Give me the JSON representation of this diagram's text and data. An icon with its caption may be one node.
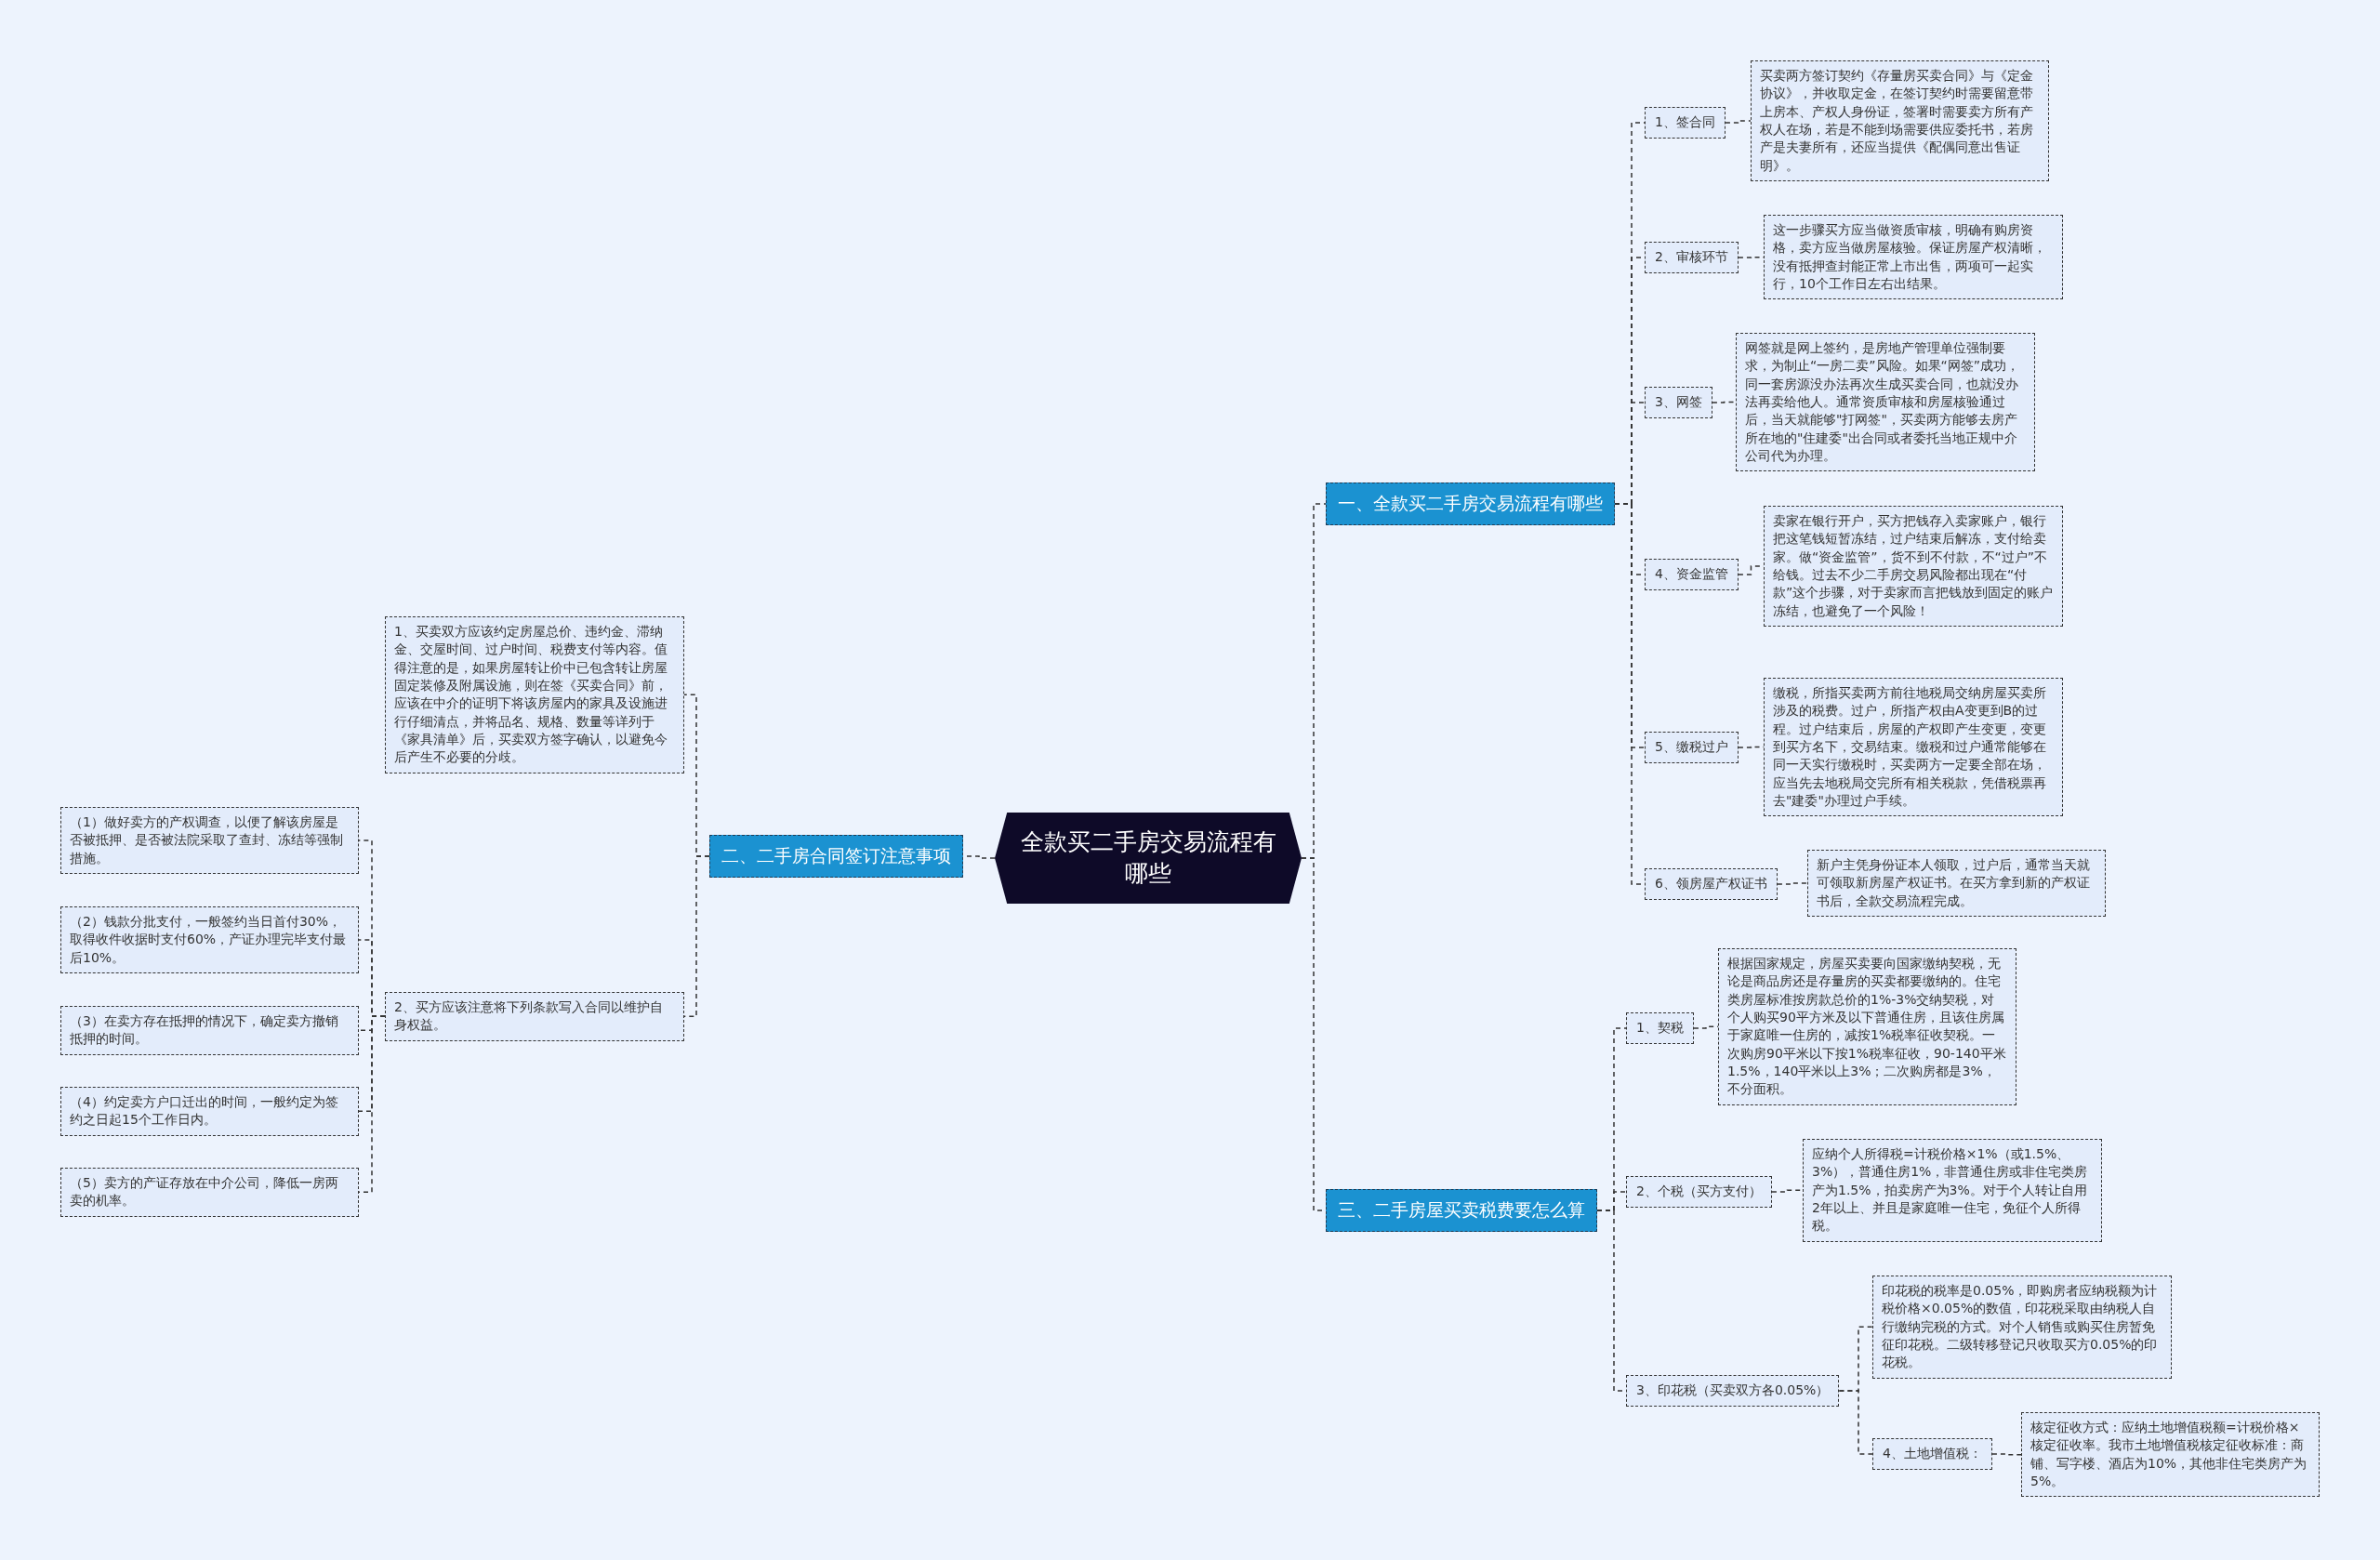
{
  "diagram": {
    "nodes": [
      {
        "text": [
          "全款买二手房交易流程有哪些"
        ]
      },
      {
        "text": [
          "一、全款买二手房交易流程有哪些"
        ]
      },
      {
        "text": [
          "1、签合同"
        ]
      },
      {
        "text": [
          "买卖两方签订契约《存量房买卖合同》与《定金协议》，并收取定金，在签订契约时需要留意带上房本、产权人身份证，签署时需要卖方所有产权人在场，若是不能到场需要供应委托书，若房产是夫妻所有，还应当提供《配偶同意出售证明》。"
        ]
      },
      {
        "text": [
          "2、审核环节"
        ]
      },
      {
        "text": [
          "这一步骤买方应当做资质审核，明确有购房资格，卖方应当做房屋核验。保证房屋产权清晰，没有抵押查封能正常上市出售，两项可一起实行，10个工作日左右出结果。"
        ]
      },
      {
        "text": [
          "3、网签"
        ]
      },
      {
        "text": [
          "网签就是网上签约，是房地产管理单位强制要求，为制止“一房二卖”风险。如果“网签”成功，同一套房源没办法再次生成买卖合同，也就没办法再卖给他人。通常资质审核和房屋核验通过后，当天就能够\"打网签\"，买卖两方能够去房产所在地的\"住建委\"出合同或者委托当地正规中介公司代为办理。"
        ]
      },
      {
        "text": [
          "4、资金监管"
        ]
      },
      {
        "text": [
          "卖家在银行开户，买方把钱存入卖家账户，银行把这笔钱短暂冻结，过户结束后解冻，支付给卖家。做“资金监管”，货不到不付款，不“过户”不给钱。过去不少二手房交易风险都出现在“付款”这个步骤，对于卖家而言把钱放到固定的账户冻结，也避免了一个风险！"
        ]
      },
      {
        "text": [
          "5、缴税过户"
        ]
      },
      {
        "text": [
          "缴税，所指买卖两方前往地税局交纳房屋买卖所涉及的税费。过户，所指产权由A变更到B的过程。过户结束后，房屋的产权即产生变更，变更到买方名下，交易结束。缴税和过户通常能够在同一天实行缴税时，买卖两方一定要全部在场，应当先去地税局交完所有相关税款，凭借税票再去\"建委\"办理过户手续。"
        ]
      },
      {
        "text": [
          "6、领房屋产权证书"
        ]
      },
      {
        "text": [
          "新户主凭身份证本人领取，过户后，通常当天就可领取新房屋产权证书。在买方拿到新的产权证书后，全款交易流程完成。"
        ]
      },
      {
        "text": [
          "二、二手房合同签订注意事项"
        ]
      },
      {
        "text": [
          "1、买卖双方应该约定房屋总价、违约金、滞纳金、交屋时间、过户时间、税费支付等内容。值得注意的是，如果房屋转让价中已包含转让房屋固定装修及附属设施，则在签《买卖合同》前，应该在中介的证明下将该房屋内的家具及设施进行仔细清点，并将品名、规格、数量等详列于《家具清单》后，买卖双方签字确认，以避免今后产生不必要的分歧。"
        ]
      },
      {
        "text": [
          "2、买方应该注意将下列条款写入合同以维护自身权益。"
        ]
      },
      {
        "text": [
          "（1）做好卖方的产权调查，以便了解该房屋是否被抵押、是否被法院采取了查封、冻结等强制措施。"
        ]
      },
      {
        "text": [
          "（2）钱款分批支付，一般签约当日首付30%，取得收件收据时支付60%，产证办理完毕支付最后10%。"
        ]
      },
      {
        "text": [
          "（3）在卖方存在抵押的情况下，确定卖方撤销抵押的时间。"
        ]
      },
      {
        "text": [
          "（4）约定卖方户口迁出的时间，一般约定为签约之日起15个工作日内。"
        ]
      },
      {
        "text": [
          "（5）卖方的产证存放在中介公司，降低一房两卖的机率。"
        ]
      },
      {
        "text": [
          "三、二手房屋买卖税费要怎么算"
        ]
      },
      {
        "text": [
          "1、契税"
        ]
      },
      {
        "text": [
          "根据国家规定，房屋买卖要向国家缴纳契税，无论是商品房还是存量房的买卖都要缴纳的。住宅类房屋标准按房款总价的1%-3%交纳契税，对个人购买90平方米及以下普通住房，且该住房属于家庭唯一住房的，减按1%税率征收契税。一次购房90平米以下按1%税率征收，90-140平米1.5%，140平米以上3%；二次购房都是3%，不分面积。"
        ]
      },
      {
        "text": [
          "2、个税（买方支付）"
        ]
      },
      {
        "text": [
          "应纳个人所得税=计税价格×1%（或1.5%、3%），普通住房1%，非普通住房或非住宅类房产为1.5%，拍卖房产为3%。对于个人转让自用2年以上、并且是家庭唯一住宅，免征个人所得税。"
        ]
      },
      {
        "text": [
          "3、印花税（买卖双方各0.05%）"
        ]
      },
      {
        "text": [
          "印花税的税率是0.05%，即购房者应纳税额为计税价格×0.05%的数值，印花税采取由纳税人自行缴纳完税的方式。对个人销售或购买住房暂免征印花税。二级转移登记只收取买方0.05%的印花税。"
        ]
      },
      {
        "text": [
          "4、土地增值税："
        ]
      },
      {
        "text": [
          "核定征收方式：应纳土地增值税额=计税价格×核定征收率。我市土地增值税核定征收标准：商铺、写字楼、酒店为10%，其他非住宅类房产为5%。"
        ]
      }
    ],
    "edges": [
      {
        "from": 0,
        "to": 1,
        "arrow": "none",
        "style": "dashed"
      },
      {
        "from": 0,
        "to": 14,
        "arrow": "none",
        "style": "dashed"
      },
      {
        "from": 0,
        "to": 22,
        "arrow": "none",
        "style": "dashed"
      },
      {
        "from": 1,
        "to": 2,
        "arrow": "none",
        "style": "dashed"
      },
      {
        "from": 1,
        "to": 4,
        "arrow": "none",
        "style": "dashed"
      },
      {
        "from": 1,
        "to": 6,
        "arrow": "none",
        "style": "dashed"
      },
      {
        "from": 1,
        "to": 8,
        "arrow": "none",
        "style": "dashed"
      },
      {
        "from": 1,
        "to": 10,
        "arrow": "none",
        "style": "dashed"
      },
      {
        "from": 1,
        "to": 12,
        "arrow": "none",
        "style": "dashed"
      },
      {
        "from": 2,
        "to": 3,
        "arrow": "none",
        "style": "dashed"
      },
      {
        "from": 4,
        "to": 5,
        "arrow": "none",
        "style": "dashed"
      },
      {
        "from": 6,
        "to": 7,
        "arrow": "none",
        "style": "dashed"
      },
      {
        "from": 8,
        "to": 9,
        "arrow": "none",
        "style": "dashed"
      },
      {
        "from": 10,
        "to": 11,
        "arrow": "none",
        "style": "dashed"
      },
      {
        "from": 12,
        "to": 13,
        "arrow": "none",
        "style": "dashed"
      },
      {
        "from": 14,
        "to": 15,
        "arrow": "none",
        "style": "dashed"
      },
      {
        "from": 14,
        "to": 16,
        "arrow": "none",
        "style": "dashed"
      },
      {
        "from": 16,
        "to": 17,
        "arrow": "none",
        "style": "dashed"
      },
      {
        "from": 16,
        "to": 18,
        "arrow": "none",
        "style": "dashed"
      },
      {
        "from": 16,
        "to": 19,
        "arrow": "none",
        "style": "dashed"
      },
      {
        "from": 16,
        "to": 20,
        "arrow": "none",
        "style": "dashed"
      },
      {
        "from": 16,
        "to": 21,
        "arrow": "none",
        "style": "dashed"
      },
      {
        "from": 22,
        "to": 23,
        "arrow": "none",
        "style": "dashed"
      },
      {
        "from": 22,
        "to": 25,
        "arrow": "none",
        "style": "dashed"
      },
      {
        "from": 22,
        "to": 27,
        "arrow": "none",
        "style": "dashed"
      },
      {
        "from": 23,
        "to": 24,
        "arrow": "none",
        "style": "dashed"
      },
      {
        "from": 25,
        "to": 26,
        "arrow": "none",
        "style": "dashed"
      },
      {
        "from": 27,
        "to": 28,
        "arrow": "none",
        "style": "dashed"
      },
      {
        "from": 27,
        "to": 29,
        "arrow": "none",
        "style": "dashed"
      },
      {
        "from": 29,
        "to": 30,
        "arrow": "none",
        "style": "dashed"
      }
    ]
  }
}
